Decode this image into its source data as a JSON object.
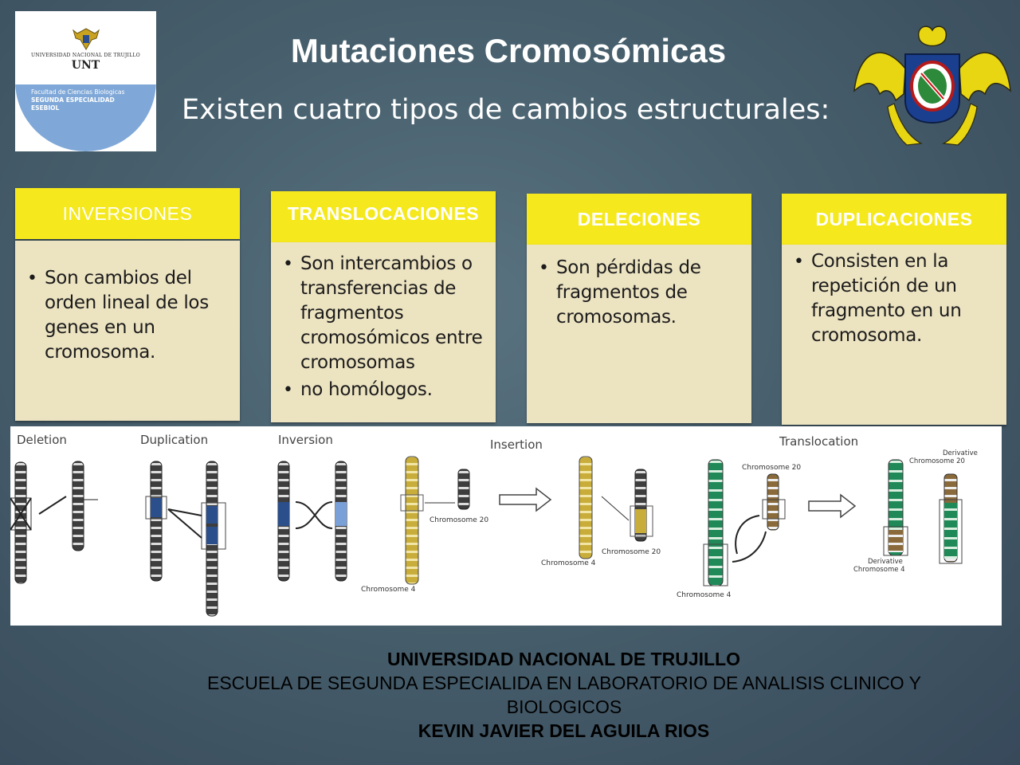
{
  "logo_left": {
    "small_text": "UNIVERSIDAD NACIONAL DE TRUJILLO",
    "abbrev": "UNT",
    "faculty_line1": "Facultad de Ciencias Biologicas",
    "faculty_line2": "SEGUNDA ESPECIALIDAD",
    "faculty_line3": "ESEBIOL"
  },
  "title": "Mutaciones Cromosómicas",
  "subtitle": "Existen cuatro tipos de cambios estructurales:",
  "cards": [
    {
      "heading": "INVERSIONES",
      "bullets": [
        "Son cambios del orden lineal de los genes en un cromosoma."
      ]
    },
    {
      "heading": "TRANSLOCACIONES",
      "bullets": [
        "Son intercambios o transferencias de fragmentos cromosómicos entre cromosomas",
        "no homólogos."
      ]
    },
    {
      "heading": "DELECIONES",
      "bullets": [
        "Son pérdidas de fragmentos de cromosomas."
      ]
    },
    {
      "heading": "DUPLICACIONES",
      "bullets": [
        "Consisten en la repetición de un fragmento en un cromosoma."
      ]
    }
  ],
  "diagram": {
    "labels": {
      "deletion": "Deletion",
      "duplication": "Duplication",
      "inversion": "Inversion",
      "insertion": "Insertion",
      "translocation": "Translocation",
      "chr20": "Chromosome 20",
      "chr4": "Chromosome 4",
      "deriv20": "Derivative Chromosome 20",
      "deriv4": "Derivative Chromosome 4",
      "deriv_word": "Derivative"
    }
  },
  "footer": {
    "line1": "UNIVERSIDAD NACIONAL DE TRUJILLO",
    "line2": "ESCUELA DE SEGUNDA ESPECIALIDA EN LABORATORIO DE ANALISIS CLINICO Y BIOLOGICOS",
    "line3": "KEVIN JAVIER DEL AGUILA RIOS"
  },
  "colors": {
    "header_yellow": "#f5e81c",
    "card_body": "#ece3c1",
    "background": "#4f6774"
  }
}
